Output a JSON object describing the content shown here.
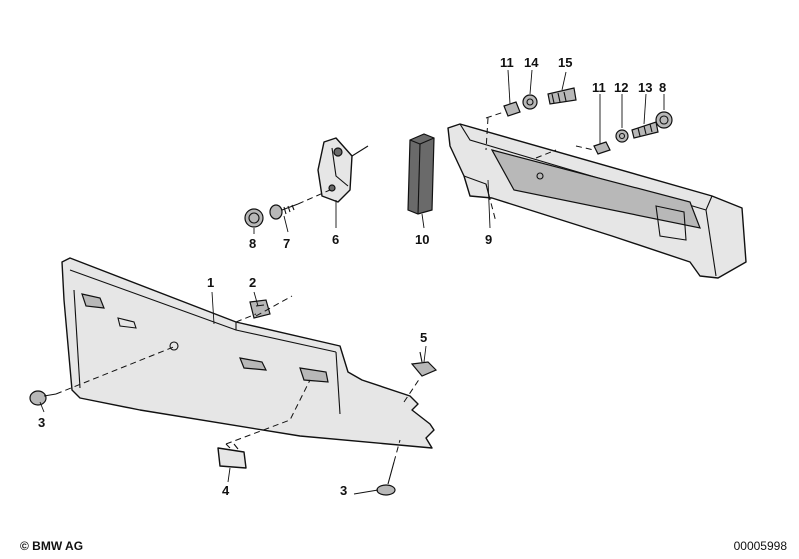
{
  "diagram": {
    "callouts": {
      "c1": "1",
      "c2": "2",
      "c3a": "3",
      "c3b": "3",
      "c4": "4",
      "c5": "5",
      "c6": "6",
      "c7": "7",
      "c8a": "8",
      "c8b": "8",
      "c9": "9",
      "c10": "10",
      "c11a": "11",
      "c11b": "11",
      "c12": "12",
      "c13": "13",
      "c14": "14",
      "c15": "15"
    }
  },
  "footer": {
    "copyright": "© BMW AG",
    "doc_number": "00005998"
  }
}
